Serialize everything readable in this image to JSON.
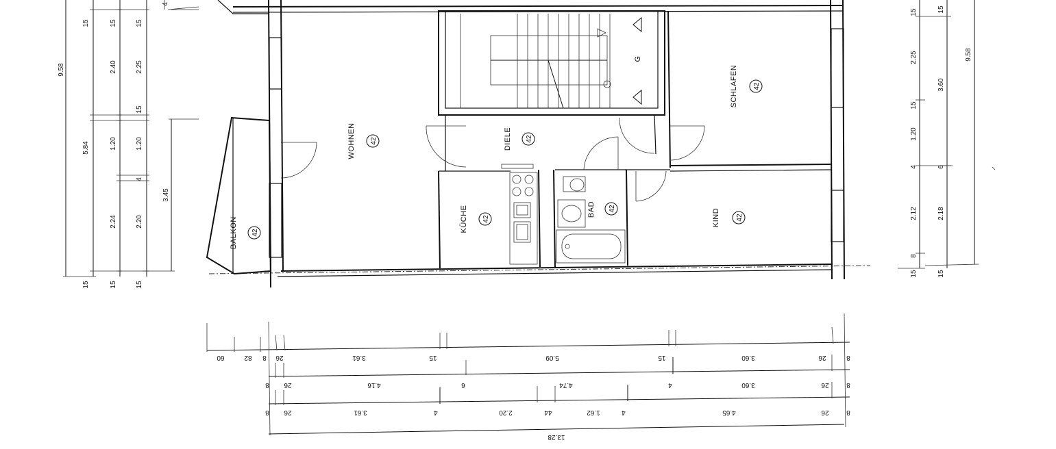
{
  "rooms": {
    "wohnen": "WOHNEN",
    "diele": "DIELE",
    "schlafen": "SCHLAFEN",
    "kueche": "KÜCHE",
    "bad": "BAD",
    "kind": "KIND",
    "balkon": "BALKON",
    "stair": "G"
  },
  "room_code": "42",
  "left_dims": {
    "total_outer": "9.58",
    "col1_top": "15",
    "col2_top": "15",
    "col3_top": "15",
    "col2_upper": "2.40",
    "col3_upper": "2.25",
    "col3_mid15": "15",
    "partial": "5.84",
    "col2_120": "1.20",
    "col3_120": "1.20",
    "col3_4": "4",
    "col2_low": "2.24",
    "col3_low": "2.20",
    "balcony": "3.45",
    "top_4": "4",
    "bot1": "15",
    "bot2": "15",
    "bot3": "15"
  },
  "right_dims": {
    "r1_top": "15",
    "r2_top": "15",
    "r1_225": "2.25",
    "r2_360": "3.60",
    "total": "9.58",
    "r1_15": "15",
    "r1_120": "1.20",
    "r1_4": "4",
    "r2_6": "6",
    "r1_212": "2.12",
    "r2_218": "2.18",
    "r1_8": "8",
    "r1_bot": "15",
    "r2_bot": "15"
  },
  "bottom_dims": {
    "row1": [
      "60",
      "82",
      "8",
      "26",
      "3.61",
      "15",
      "5.09",
      "15",
      "3.60",
      "26",
      "8"
    ],
    "row2": [
      "8",
      "26",
      "4.16",
      "6",
      "4.74",
      "4",
      "3.60",
      "26",
      "8"
    ],
    "row3": [
      "8",
      "26",
      "3.61",
      "4",
      "2.20",
      "44",
      "1.62",
      "4",
      "4.65",
      "26",
      "8"
    ],
    "total": "13.28"
  }
}
